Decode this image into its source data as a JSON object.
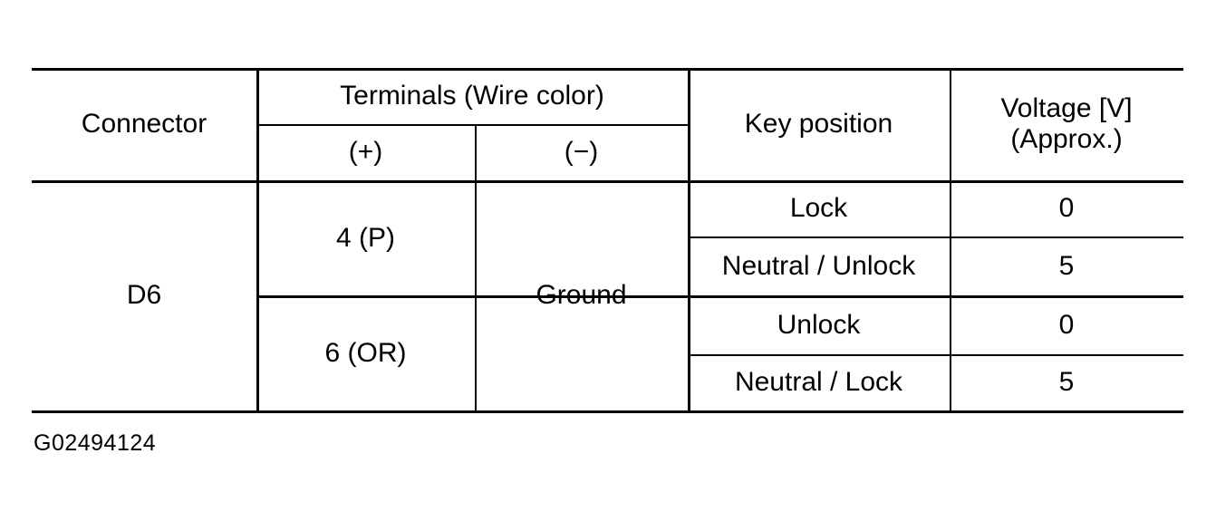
{
  "document": {
    "figure_code": "G02494124"
  },
  "table": {
    "headers": {
      "connector": "Connector",
      "terminals_group": "Terminals (Wire color)",
      "terminal_positive": "(+)",
      "terminal_negative": "(−)",
      "key_position": "Key position",
      "voltage_line1": "Voltage [V]",
      "voltage_line2": "(Approx.)"
    },
    "body": {
      "connector": "D6",
      "negative_terminal": "Ground",
      "terminal_groups": [
        {
          "terminal": "4 (P)"
        },
        {
          "terminal": "6 (OR)"
        }
      ],
      "rows": [
        {
          "key_position": "Lock",
          "voltage": "0"
        },
        {
          "key_position": "Neutral / Unlock",
          "voltage": "5"
        },
        {
          "key_position": "Unlock",
          "voltage": "0"
        },
        {
          "key_position": "Neutral / Lock",
          "voltage": "5"
        }
      ]
    }
  },
  "colors": {
    "ink": "#000000",
    "paper": "#ffffff"
  }
}
